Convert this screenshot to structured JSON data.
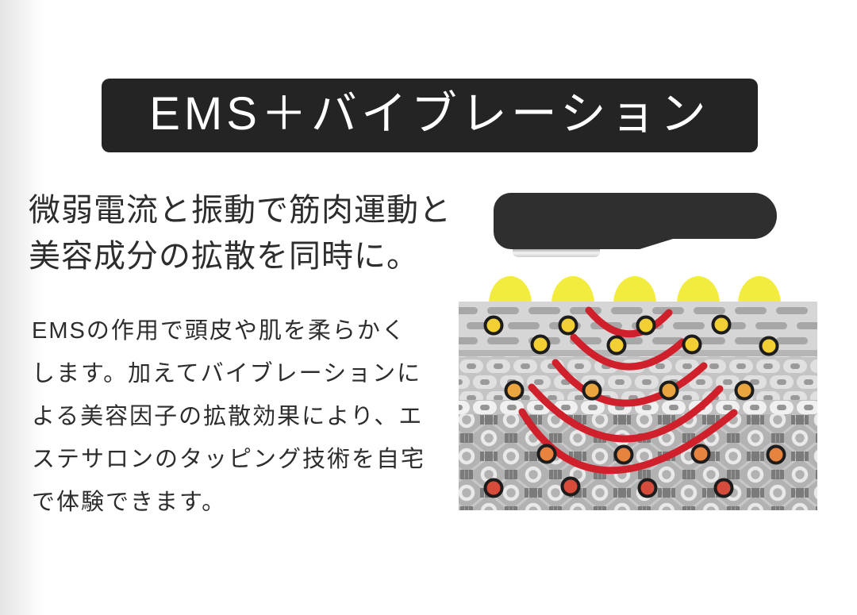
{
  "header": {
    "title": "EMS＋バイブレーション"
  },
  "lead": {
    "lines": [
      "微弱電流と振動で筋肉運動と",
      "美容成分の拡散を同時に。"
    ]
  },
  "body": {
    "lines": [
      "EMSの作用で頭皮や肌を柔らかく",
      "します。加えてバイブレーションに",
      "よる美容因子の拡散効果により、エ",
      "ステサロンのタッピング技術を自宅",
      "で体験できます。"
    ]
  },
  "illustration": {
    "device": "handheld-ems-device-side-view",
    "serum_bumps": 5,
    "vibration_arcs": 5,
    "skin_layers": 3,
    "particle_rows": [
      {
        "color": "yellow",
        "count": 8
      },
      {
        "color": "orange",
        "count": 4
      },
      {
        "color": "deep_orange",
        "count": 4
      },
      {
        "color": "red",
        "count": 4
      }
    ]
  },
  "colors": {
    "header_bg": "#242424",
    "text": "#2d2d2d",
    "device": "#2f2f2f",
    "bump": "#f2ec3f",
    "wave": "#cf202b",
    "dot_yellow": "#f2cf33",
    "dot_orange": "#eaa53e",
    "dot_deep_orange": "#e6833f",
    "dot_red": "#d74b3b"
  }
}
